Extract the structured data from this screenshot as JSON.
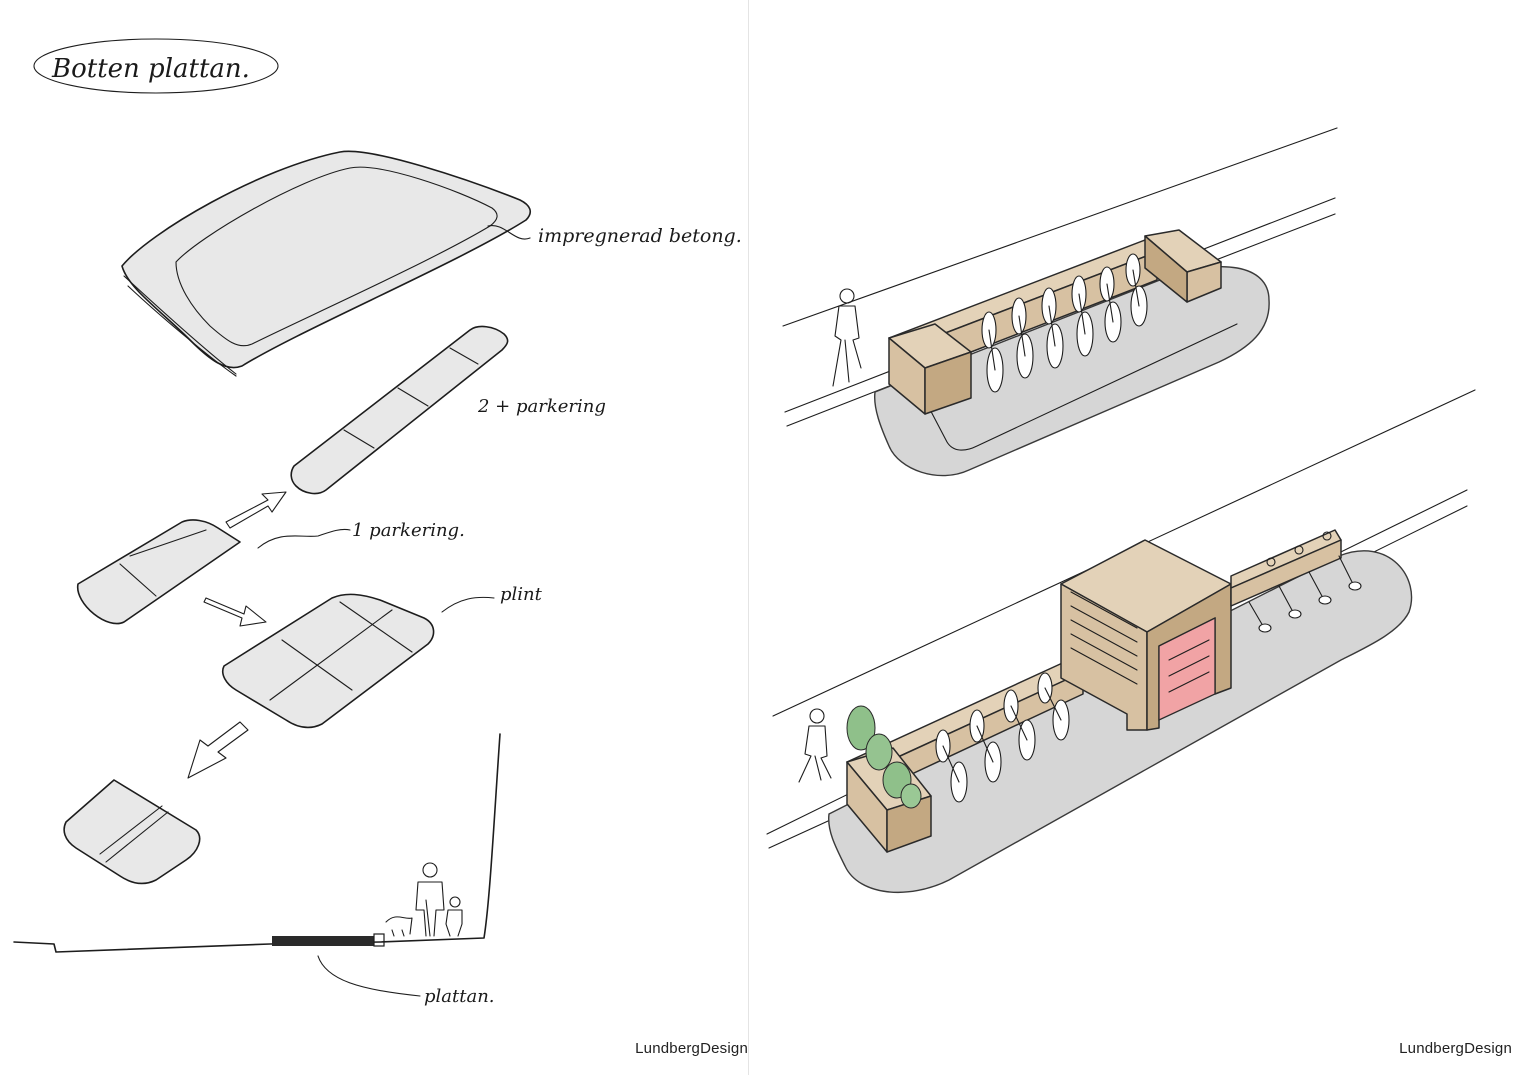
{
  "left_sheet": {
    "title_label": "Botten plattan.",
    "labels": {
      "concrete": "impregnerad betong.",
      "parking_2": "2 + parkering",
      "parking_1": "1 parkering.",
      "plinth": "plint",
      "slab": "plattan."
    },
    "brand": "LundbergDesign"
  },
  "right_sheet": {
    "brand": "LundbergDesign"
  },
  "colors": {
    "ink": "#1d1d1d",
    "pad_fill": "#e8e8e8",
    "ground": "#d6d6d6",
    "wood": "#d7c1a2",
    "brick": "#f1a3a5",
    "shrub": "#8fc08a"
  }
}
